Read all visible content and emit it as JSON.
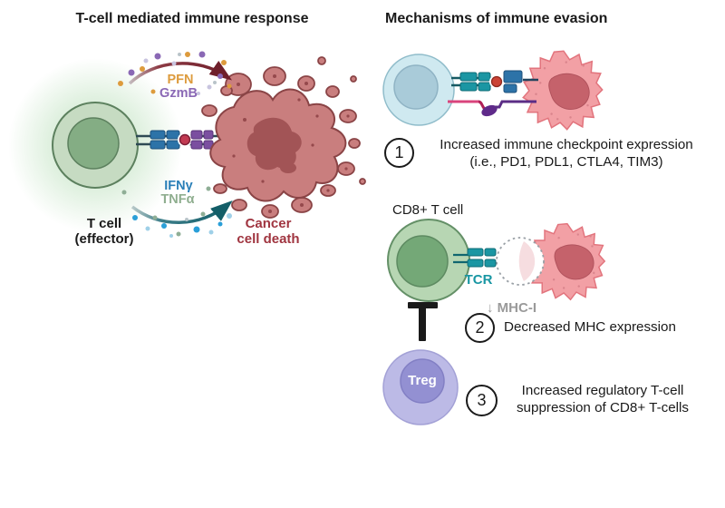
{
  "left_panel": {
    "title": "T-cell mediated immune response",
    "labels": {
      "pfn": "PFN",
      "gzmb": "GzmB",
      "ifng": "IFNγ",
      "tnfa": "TNFα",
      "t_cell": "T cell\n(effector)",
      "cancer_death": "Cancer\ncell death"
    }
  },
  "right_panel": {
    "title": "Mechanisms of immune evasion",
    "cd8_label": "CD8+ T cell",
    "tcr_label": "TCR",
    "mhc_label": "↓ MHC-I",
    "treg_label": "Treg",
    "mechanisms": [
      {
        "number": "1",
        "text": "Increased immune checkpoint expression\n(i.e., PD1, PDL1, CTLA4, TIM3)"
      },
      {
        "number": "2",
        "text": "Decreased MHC expression"
      },
      {
        "number": "3",
        "text": "Increased regulatory T-cell\nsuppression of CD8+ T-cells"
      }
    ]
  },
  "colors": {
    "pfn_label": "#dd9b3d",
    "gzmb_label": "#8a68b5",
    "ifng_label": "#2a7fb8",
    "tnfa_label": "#8fae8f",
    "cancer_death_label": "#a03540",
    "tcr_label": "#1896a3",
    "mhc_label": "#9a9a9a",
    "effector_cell_fill": "#c6dbc2",
    "cd8_cell_fill": "#b7d6b3",
    "checkpoint_cell_fill": "#cfe9f0",
    "treg_cell_fill": "#bcbae6",
    "cancer_cell_fill": "#f2a0a5",
    "kill_arrow_top": "#6f1f2b",
    "kill_arrow_bottom": "#135e68"
  }
}
